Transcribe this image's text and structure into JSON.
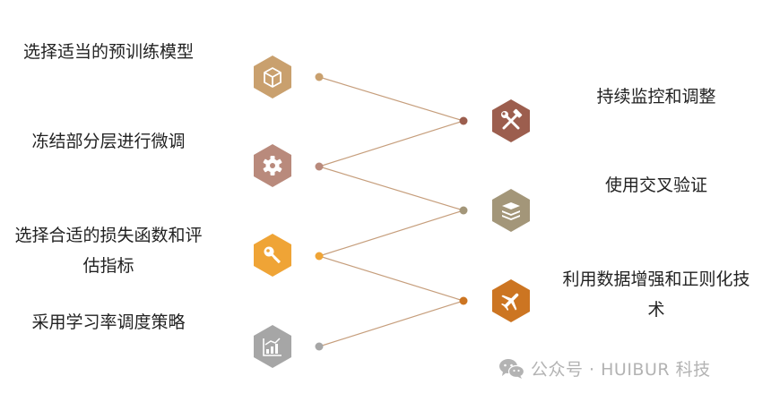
{
  "diagram": {
    "left_steps": [
      {
        "label": "选择适当的预训练模型",
        "icon": "cube-icon",
        "color": "#c9a06e"
      },
      {
        "label": "冻结部分层进行微调",
        "icon": "gear-icon",
        "color": "#b98a7c"
      },
      {
        "label": "选择合适的损失函数和评估指标",
        "icon": "key-icon",
        "color": "#efa436"
      },
      {
        "label": "采用学习率调度策略",
        "icon": "chart-growth-icon",
        "color": "#a6a6a6"
      }
    ],
    "right_steps": [
      {
        "label": "持续监控和调整",
        "icon": "tools-icon",
        "color": "#9c5e4e"
      },
      {
        "label": "使用交叉验证",
        "icon": "layers-icon",
        "color": "#a39679"
      },
      {
        "label": "利用数据增强和正则化技术",
        "icon": "airplane-icon",
        "color": "#cc7522"
      }
    ],
    "connector_color": "#c69e7c"
  },
  "watermark": {
    "text": "公众号 · HUIBUR 科技",
    "icon": "wechat-icon"
  }
}
